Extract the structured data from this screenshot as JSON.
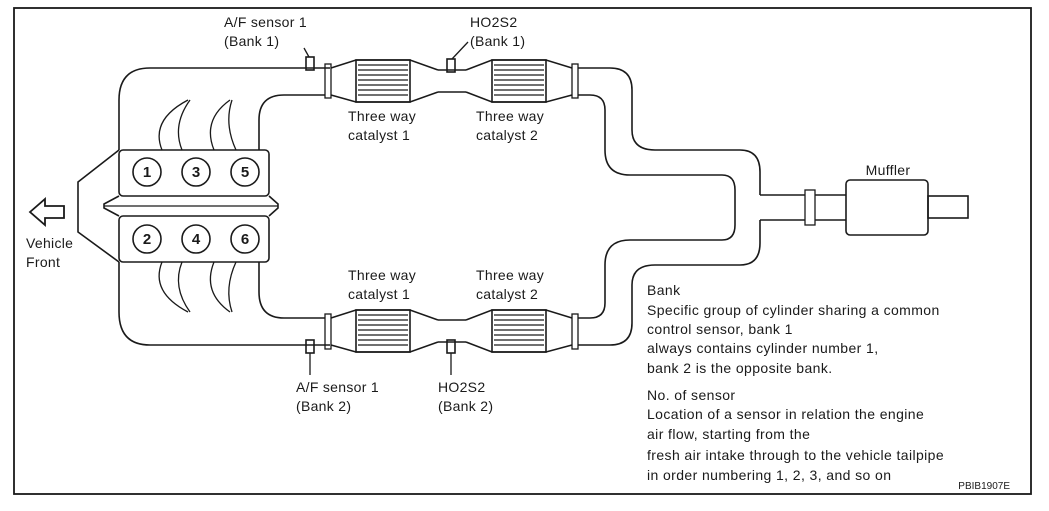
{
  "diagram": {
    "bank1": {
      "af_sensor": [
        "A/F sensor 1",
        "(Bank 1)"
      ],
      "ho2s2": [
        "HO2S2",
        "(Bank 1)"
      ],
      "catalyst_1": [
        "Three way",
        "catalyst 1"
      ],
      "catalyst_2": [
        "Three way",
        "catalyst 2"
      ]
    },
    "bank2": {
      "af_sensor": [
        "A/F sensor 1",
        "(Bank 2)"
      ],
      "ho2s2": [
        "HO2S2",
        "(Bank 2)"
      ],
      "catalyst_1": [
        "Three way",
        "catalyst 1"
      ],
      "catalyst_2": [
        "Three way",
        "catalyst 2"
      ]
    },
    "muffler_label": "Muffler",
    "vehicle_front": [
      "Vehicle",
      "Front"
    ],
    "cylinders_top": [
      "1",
      "3",
      "5"
    ],
    "cylinders_bottom": [
      "2",
      "4",
      "6"
    ],
    "notes": {
      "bank": {
        "title": "Bank",
        "lines": [
          "Specific group of cylinder sharing a common",
          "control sensor, bank 1",
          "always contains cylinder number 1,",
          "bank 2 is the opposite bank."
        ]
      },
      "sensor": {
        "title": "No. of sensor",
        "lines": [
          "Location of a sensor in relation the engine",
          "air flow, starting from the",
          "fresh air intake through to the vehicle tailpipe",
          "in order numbering 1, 2, 3, and so on"
        ]
      }
    },
    "figure_code": "PBIB1907E"
  }
}
